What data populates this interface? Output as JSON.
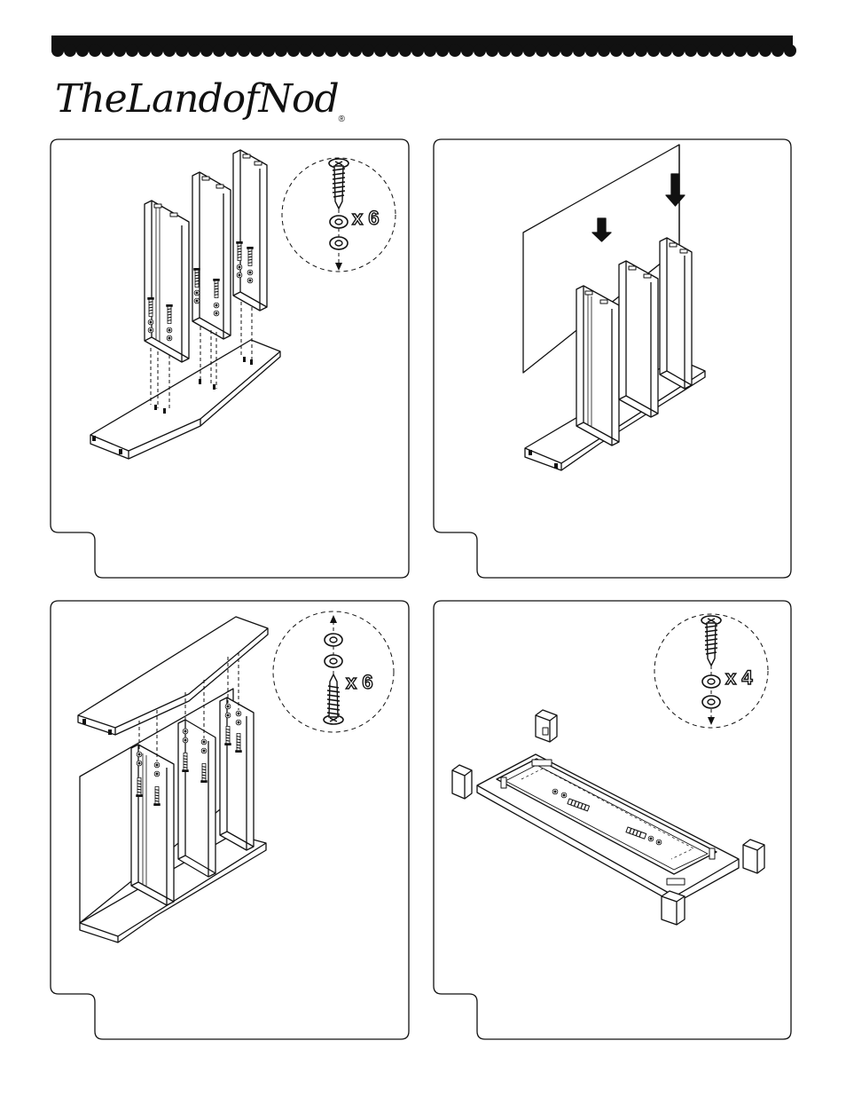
{
  "brand": {
    "logo_text": "TheLandofNod",
    "registered_mark": "®"
  },
  "steps": [
    {
      "quantity_label": "x 6"
    },
    {
      "quantity_label": ""
    },
    {
      "quantity_label": "x 6"
    },
    {
      "quantity_label": "x 4"
    }
  ],
  "icons": {
    "screw": "screw-icon",
    "washer": "washer-icon",
    "arrow": "arrow-down-icon"
  }
}
